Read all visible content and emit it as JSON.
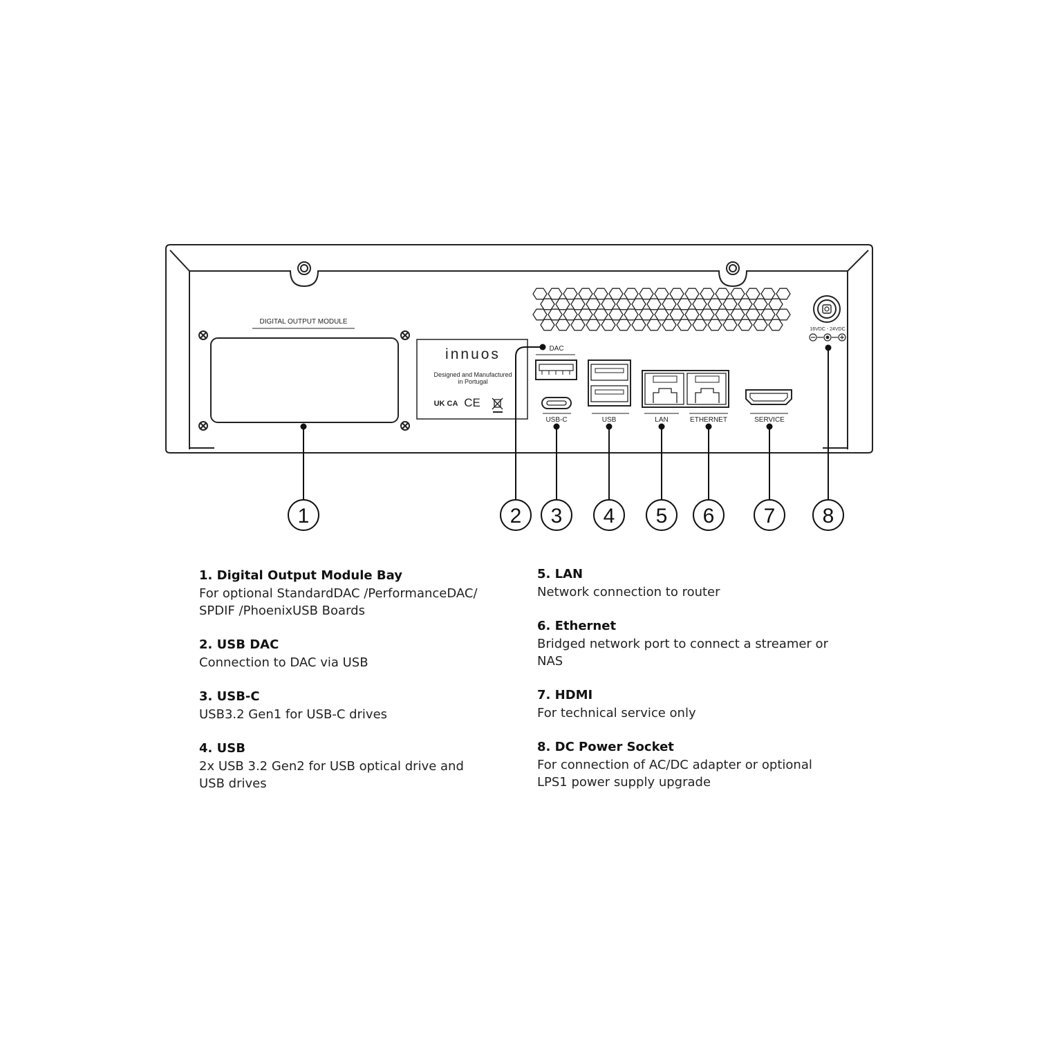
{
  "device": {
    "brand": "innuos",
    "label_line1": "Designed and Manufactured",
    "label_line2": "in Portugal",
    "cert_ukca": "UK CA",
    "cert_ce": "CE",
    "module_bay_label": "DIGITAL OUTPUT MODULE",
    "dac_label": "DAC",
    "power_label": "16VDC - 24VDC",
    "port_labels": {
      "usbc": "USB-C",
      "usb": "USB",
      "lan": "LAN",
      "ethernet": "ETHERNET",
      "service": "SERVICE"
    }
  },
  "callouts": [
    "1",
    "2",
    "3",
    "4",
    "5",
    "6",
    "7",
    "8"
  ],
  "legend": [
    {
      "title": "1. Digital Output Module Bay",
      "desc": [
        "For optional StandardDAC /PerformanceDAC/",
        "SPDIF /PhoenixUSB Boards"
      ]
    },
    {
      "title": "2. USB DAC",
      "desc": [
        "Connection to DAC via USB"
      ]
    },
    {
      "title": "3. USB-C",
      "desc": [
        "USB3.2 Gen1 for USB-C drives"
      ]
    },
    {
      "title": "4. USB",
      "desc": [
        "2x USB 3.2 Gen2 for USB optical drive and",
        "USB drives"
      ]
    },
    {
      "title": "5. LAN",
      "desc": [
        "Network connection to router"
      ]
    },
    {
      "title": "6. Ethernet",
      "desc": [
        "Bridged network port to connect a streamer or",
        "NAS"
      ]
    },
    {
      "title": "7. HDMI",
      "desc": [
        "For technical service only"
      ]
    },
    {
      "title": "8. DC Power Socket",
      "desc": [
        "For connection of AC/DC adapter or optional",
        "LPS1 power supply upgrade"
      ]
    }
  ]
}
